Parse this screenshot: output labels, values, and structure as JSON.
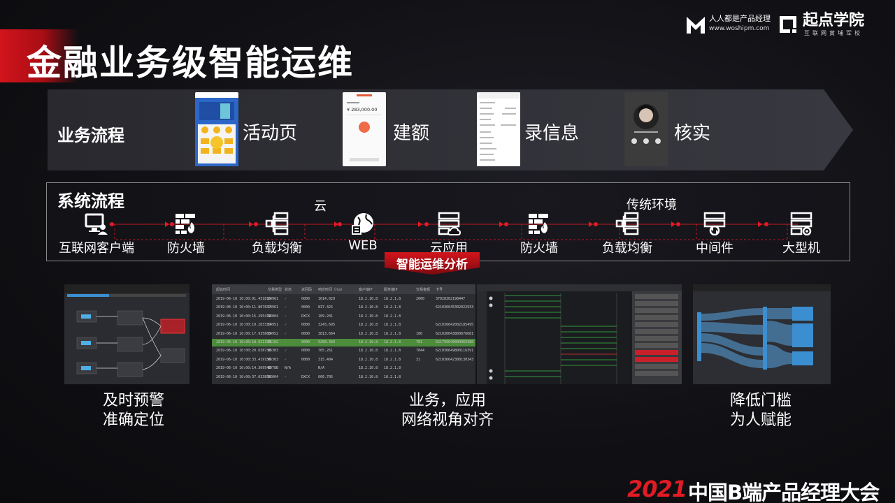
{
  "title": "金融业务级智能运维",
  "logos": {
    "pm_name": "人人都是产品经理",
    "pm_url": "www.woshipm.com",
    "qd_name": "起点学院",
    "qd_sub": "互联网黄埔军校"
  },
  "business_flow": {
    "label": "业务流程",
    "steps": [
      {
        "name": "活动页",
        "icon": "phone-activity-page"
      },
      {
        "name": "建额",
        "icon": "phone-credit-amount",
        "amount": "¥ 283,000.00"
      },
      {
        "name": "录信息",
        "icon": "phone-info-form"
      },
      {
        "name": "核实",
        "icon": "phone-face-verify"
      }
    ]
  },
  "system_flow": {
    "label": "系统流程",
    "cloud_label": "云",
    "traditional_label": "传统环境",
    "nodes": [
      {
        "name": "互联网客户端",
        "icon": "client-computer-icon"
      },
      {
        "name": "防火墙",
        "icon": "firewall-icon"
      },
      {
        "name": "负载均衡",
        "icon": "load-balancer-icon"
      },
      {
        "name": "WEB",
        "icon": "web-globe-icon"
      },
      {
        "name": "云应用",
        "icon": "cloud-server-icon"
      },
      {
        "name": "防火墙",
        "icon": "firewall-icon"
      },
      {
        "name": "负载均衡",
        "icon": "load-balancer-icon"
      },
      {
        "name": "中间件",
        "icon": "middleware-server-icon"
      },
      {
        "name": "大型机",
        "icon": "mainframe-server-icon"
      }
    ]
  },
  "analysis_label": "智能运维分析",
  "panels": [
    {
      "caption_line1": "及时预警",
      "caption_line2": "准确定位"
    },
    {
      "caption_line1": "业务，应用",
      "caption_line2": "网络视角对齐"
    },
    {
      "caption_line1": "降低门槛",
      "caption_line2": "为人赋能"
    }
  ],
  "table_preview": {
    "headers": [
      "起始时间",
      "交易类型",
      "状态",
      "返回码",
      "响应时间（ms）",
      "客户端IP",
      "服务端IP",
      "交易金额",
      "卡号"
    ],
    "rows": [
      [
        "2019-06-10 10:00:01.431816",
        "C4961",
        "✓",
        "0000",
        "1614.029",
        "18.2.10.8",
        "18.2.1.8",
        "2000",
        "37028302198447"
      ],
      [
        "2019-06-10 10:00:11.807837",
        "C4961",
        "✓",
        "0000",
        "837.425",
        "18.2.10.8",
        "18.2.1.8",
        "",
        "621036645302022933"
      ],
      [
        "2019-06-10 10:00:15.295419",
        "DX004",
        "•",
        "DXCX",
        "109.201",
        "18.2.10.8",
        "18.2.1.8",
        "",
        ""
      ],
      [
        "2019-06-10 10:00:19.263319",
        "C4951",
        "✓",
        "0000",
        "3243.695",
        "18.2.10.8",
        "18.2.1.8",
        "",
        "621036642002185495"
      ],
      [
        "2019-06-10 10:00:17.935808",
        "C4952",
        "✓",
        "0000",
        "3813.664",
        "18.2.10.8",
        "18.2.1.8",
        "100",
        "621036643800676681"
      ],
      [
        "2019-06-10 10:00:18.631156",
        "C5102",
        "✓",
        "0000",
        "5208.369",
        "18.2.10.8",
        "18.2.1.8",
        "781",
        "621799649000369388"
      ],
      [
        "2019-06-10 10:00:20.638730",
        "W6303",
        "✓",
        "0000",
        "765.261",
        "18.2.10.8",
        "18.2.1.8",
        "7044",
        "621036649800116391"
      ],
      [
        "2019-06-10 10:00:33.419156",
        "W6303",
        "✓",
        "0000",
        "315.404",
        "18.2.10.8",
        "18.2.1.8",
        "31",
        "621036642300130343"
      ],
      [
        "2019-06-10 10:00:14.369548",
        "8978B",
        "N/A",
        "",
        "N/A",
        "18.2.10.8",
        "18.2.1.8",
        "",
        ""
      ],
      [
        "2019-06-10 10:00:37.033856",
        "DX004",
        "•",
        "DXCX",
        "666.705",
        "18.2.10.8",
        "18.2.1.8",
        "",
        ""
      ]
    ]
  },
  "footer": {
    "year": "2021",
    "text": "中国B端产品经理大会"
  },
  "colors": {
    "accent_red": "#d3141c",
    "highlight_green": "#4c8c3a",
    "sankey_blue": "#3b8fd0"
  }
}
